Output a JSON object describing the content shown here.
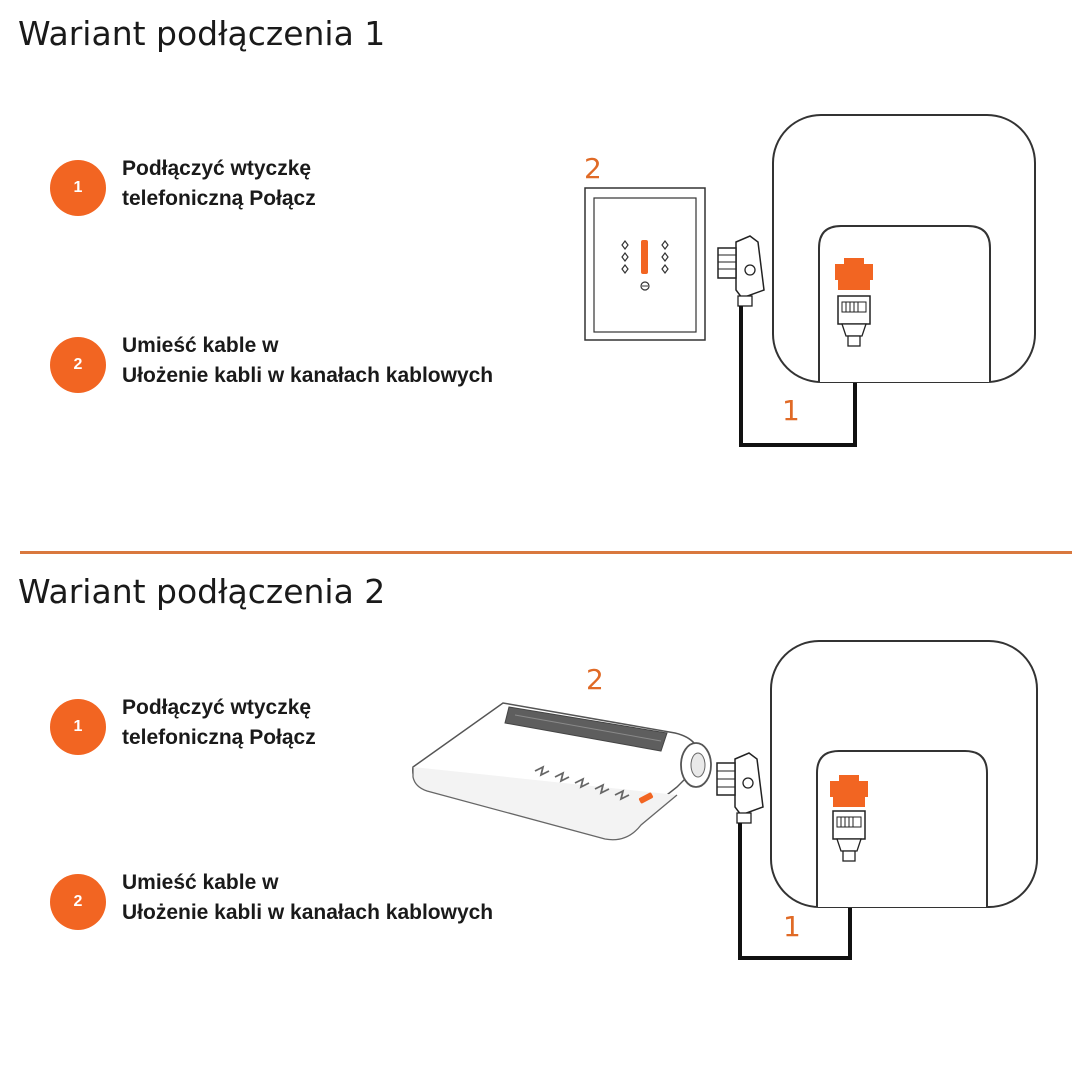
{
  "variant1": {
    "title": "Wariant podłączenia 1",
    "steps": [
      {
        "number": "1",
        "line1": "Podłączyć wtyczkę",
        "line2": "telefoniczną Połącz"
      },
      {
        "number": "2",
        "line1": "Umieść kable w",
        "line2": "Ułożenie kabli w kanałach kablowych"
      }
    ],
    "callout_device": "2",
    "callout_cable": "1"
  },
  "variant2": {
    "title": "Wariant podłączenia 2",
    "steps": [
      {
        "number": "1",
        "line1": "Podłączyć wtyczkę",
        "line2": "telefoniczną Połącz"
      },
      {
        "number": "2",
        "line1": "Umieść kable w",
        "line2": "Ułożenie kabli w kanałach kablowych"
      }
    ],
    "callout_device": "2",
    "callout_cable": "1"
  },
  "colors": {
    "accent": "#f26522",
    "divider": "#d9783e",
    "callout": "#e06a26",
    "text": "#1a1a1a"
  }
}
